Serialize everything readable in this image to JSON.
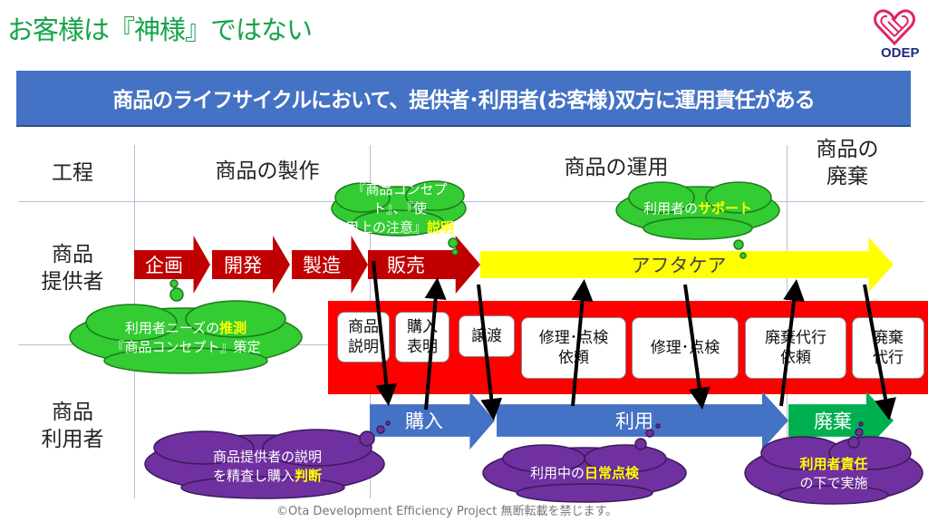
{
  "title": "お客様は『神様』ではない",
  "logo": {
    "text": "ODEP",
    "heart_color": "#e0245e"
  },
  "banner": "商品のライフサイクルにおいて、提供者･利用者(お客様)双方に運用責任がある",
  "headers": {
    "process": "工程",
    "make": "商品の製作",
    "operate": "商品の運用",
    "dispose_1": "商品の",
    "dispose_2": "廃棄"
  },
  "rows": {
    "provider_1": "商品",
    "provider_2": "提供者",
    "user_1": "商品",
    "user_2": "利用者"
  },
  "provider_steps": [
    "企画",
    "開発",
    "製造",
    "販売"
  ],
  "aftercare": "アフタケア",
  "interactions": [
    {
      "l1": "商品",
      "l2": "説明"
    },
    {
      "l1": "購入",
      "l2": "表明"
    },
    {
      "l1": "譲渡",
      "l2": ""
    },
    {
      "l1": "修理･点検",
      "l2": "依頼"
    },
    {
      "l1": "修理･点検",
      "l2": ""
    },
    {
      "l1": "廃棄代行",
      "l2": "依頼"
    },
    {
      "l1": "廃棄",
      "l2": "代行"
    }
  ],
  "user_steps": [
    "購入",
    "利用",
    "廃棄"
  ],
  "clouds": {
    "concept_explain": {
      "l1": "『商品コンセプト』、『使",
      "l2a": "用上の注意』",
      "l2b": "説明"
    },
    "support": {
      "a": "利用者の",
      "b": "サポート"
    },
    "needs": {
      "l1a": "利用者ニーズの",
      "l1b": "推測",
      "l2": "『商品コンセプト』策定"
    },
    "judge": {
      "l1": "商品提供者の説明",
      "l2a": "を精査し購入",
      "l2b": "判断"
    },
    "daily": {
      "a": "利用中の",
      "b": "日常点検"
    },
    "responsibility": {
      "l1": "利用者責任",
      "l2": "の下で実施"
    }
  },
  "footer": "©Ota Development Efficiency Project 無断転載を禁じます。",
  "colors": {
    "title": "#16a34a",
    "banner": "#4472c4",
    "red": "#c00000",
    "bright_red": "#ff0000",
    "yellow": "#ffff00",
    "blue": "#4472c4",
    "green": "#00b050",
    "cloud_green": "#33cc33",
    "cloud_purple": "#7030a0"
  }
}
